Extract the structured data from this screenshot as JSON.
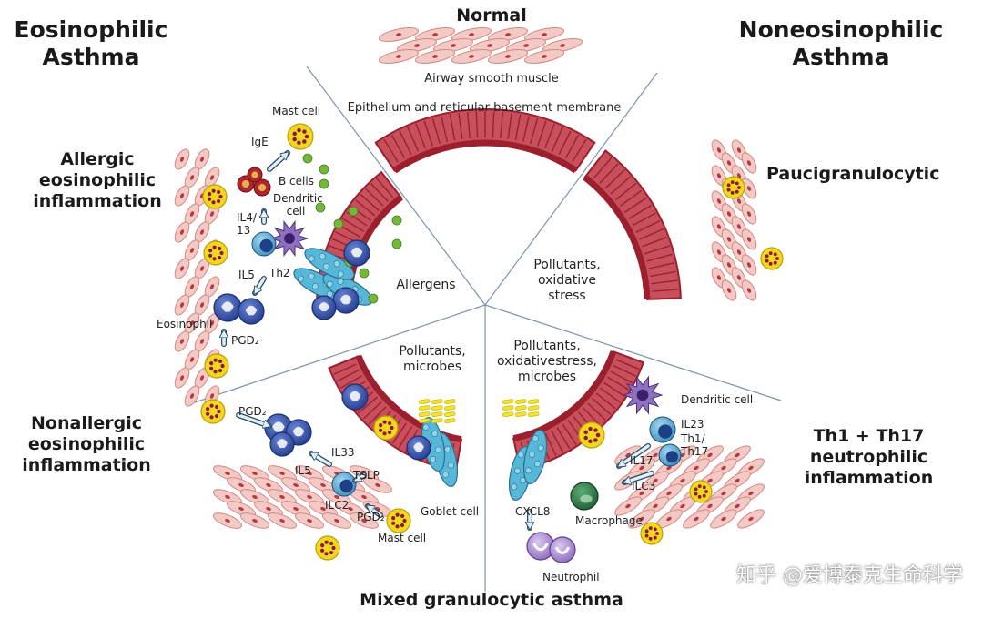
{
  "headings": {
    "eosinophilic": "Eosinophilic\nAsthma",
    "noneosinophilic": "Noneosinophilic\nAsthma",
    "normal": "Normal",
    "allergic": "Allergic eosinophilic\ninflammation",
    "nonallergic": "Nonallergic\neosinophilic\ninflammation",
    "pauci": "Paucigranulocytic",
    "th1th17": "Th1 + Th17 neutrophilic\ninflammation",
    "mixed": "Mixed granulocytic  asthma"
  },
  "normal_labels": {
    "smooth_muscle": "Airway smooth muscle",
    "epithelium": "Epithelium and reticular basement membrane"
  },
  "allergic_labels": {
    "mast_cell": "Mast cell",
    "ige": "IgE",
    "b_cells": "B cells",
    "dendritic": "Dendritic\ncell",
    "il413": "IL4/\n13",
    "il5": "IL5",
    "th2": "Th2",
    "eosinophil": "Eosinophil",
    "pgd2": "PGD₂",
    "allergens": "Allergens"
  },
  "pauci_labels": {
    "pollutants": "Pollutants,\noxidative\nstress"
  },
  "nonallergic_labels": {
    "pollutants": "Pollutants,\nmicrobes",
    "pgd2_top": "PGD₂",
    "il5": "IL5",
    "il33": "IL33",
    "tslp": "TSLP",
    "ilc2": "ILC2",
    "pgd2_bottom": "PGD₂",
    "mast_cell": "Mast cell",
    "goblet": "Goblet cell"
  },
  "neutro_labels": {
    "pollutants": "Pollutants,\noxidativestress,\nmicrobes",
    "dendritic": "Dendritic cell",
    "il23": "IL23",
    "th1th17": "Th1/\nTh17",
    "il17": "IL17",
    "ilc3": "ILC3",
    "cxcl8": "CXCL8",
    "macrophage": "Macrophage",
    "neutrophil": "Neutrophil"
  },
  "watermark": "知乎 @爱博泰克生命科学",
  "colors": {
    "tissue": "#9c1f2e",
    "tissue_light": "#c8505c",
    "eosinophil": "#2f4fa8",
    "mast": "#f2d624",
    "goblet": "#57b7d8",
    "allergen": "#74b83a",
    "macrophage": "#2f7d47",
    "neutrophil": "#9a78c4",
    "muscle": "#f3c9c6"
  }
}
